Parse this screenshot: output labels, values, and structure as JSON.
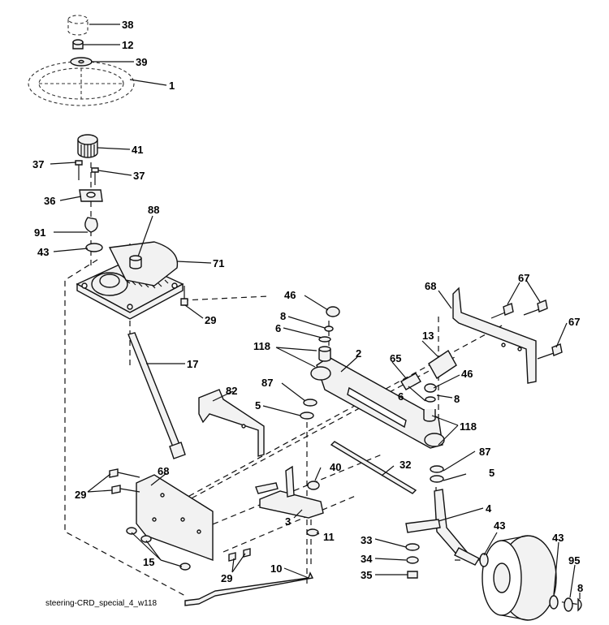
{
  "diagram": {
    "caption": "steering-CRD_special_4_w118",
    "callouts": {
      "c38": "38",
      "c12": "12",
      "c39": "39",
      "c1": "1",
      "c41": "41",
      "c37a": "37",
      "c37b": "37",
      "c36": "36",
      "c91": "91",
      "c43a": "43",
      "c88": "88",
      "c71": "71",
      "c29a": "29",
      "c17": "17",
      "c46a": "46",
      "c8a": "8",
      "c6a": "6",
      "c118a": "118",
      "c2": "2",
      "c87a": "87",
      "c5a": "5",
      "c82": "82",
      "c68a": "68",
      "c67a": "67",
      "c67b": "67",
      "c13": "13",
      "c65": "65",
      "c46b": "46",
      "c6b": "6",
      "c8b": "8",
      "c118b": "118",
      "c87b": "87",
      "c5b": "5",
      "c32": "32",
      "c40": "40",
      "c3": "3",
      "c11": "11",
      "c4": "4",
      "c68b": "68",
      "c29b": "29",
      "c15": "15",
      "c29c": "29",
      "c10": "10",
      "c33": "33",
      "c34": "34",
      "c35": "35",
      "c43b": "43",
      "c43c": "43",
      "c95": "95",
      "c8c": "8"
    }
  }
}
